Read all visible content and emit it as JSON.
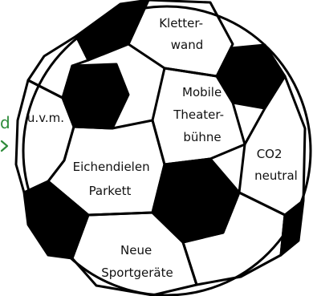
{
  "colors": {
    "outline": "#000000",
    "white_panel": "#ffffff",
    "black_panel": "#000000",
    "edge_text": "#2e8b3a"
  },
  "edge_fragment": {
    "text": "d",
    "arrow_icon": "arrow-right-icon"
  },
  "panels": {
    "kletterwand": [
      "Kletter-",
      "wand"
    ],
    "uvm": [
      "u.v.m."
    ],
    "mobile_theater": [
      "Mobile",
      "Theater-",
      "bühne"
    ],
    "eichendielen": [
      "Eichendielen",
      "Parkett"
    ],
    "co2": [
      "CO2",
      "neutral"
    ],
    "sportgeraete": [
      "Neue",
      "Sportgeräte"
    ]
  }
}
